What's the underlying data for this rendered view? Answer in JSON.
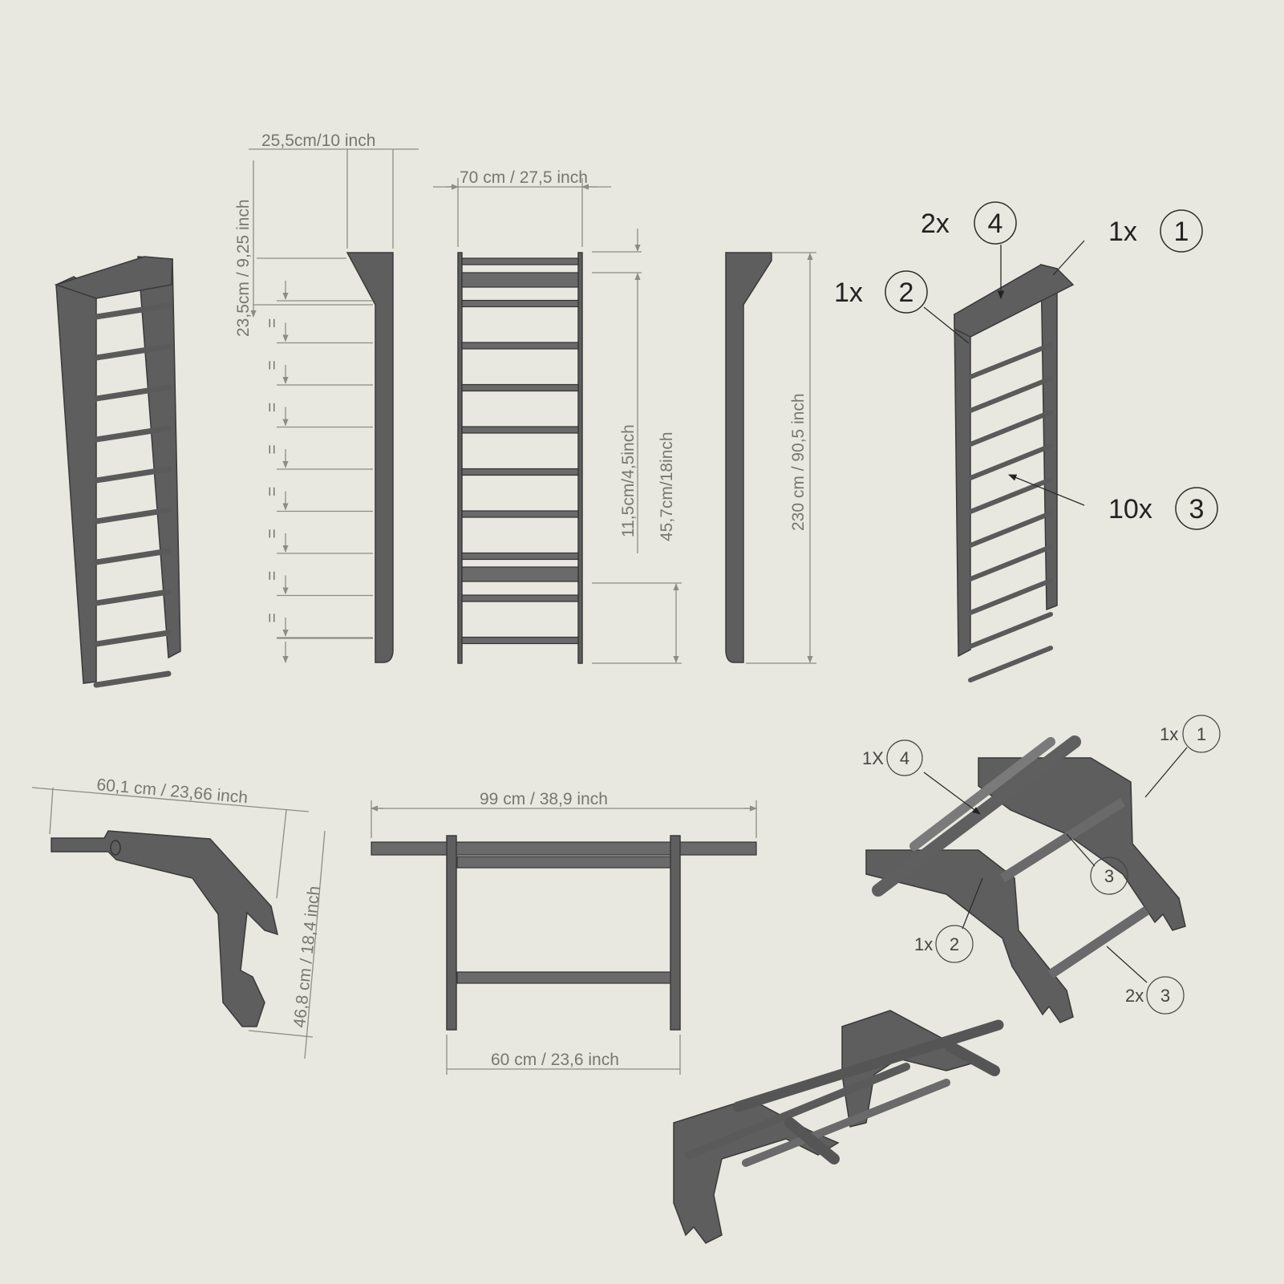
{
  "dimensions": {
    "side_depth": "25,5cm/10 inch",
    "side_top_height": "23,5cm / 9,25 inch",
    "front_width": "70 cm / 27,5 inch",
    "rung_spacing": "11,5cm/4,5inch",
    "bottom_height": "45,7cm/18inch",
    "total_height": "230 cm / 90,5 inch",
    "bracket_length": "60,1 cm / 23,66 inch",
    "bracket_height": "46,8 cm / 18,4 inch",
    "bar_length": "99 cm / 38,9 inch",
    "bar_inner_width": "60 cm / 23,6 inch",
    "equal_mark": "="
  },
  "callouts_ladder": [
    {
      "qty": "2x",
      "num": "4"
    },
    {
      "qty": "1x",
      "num": "1"
    },
    {
      "qty": "1x",
      "num": "2"
    },
    {
      "qty": "10x",
      "num": "3"
    }
  ],
  "callouts_bar": [
    {
      "qty": "1X",
      "num": "4"
    },
    {
      "qty": "1x",
      "num": "1"
    },
    {
      "qty": "",
      "num": "3"
    },
    {
      "qty": "1x",
      "num": "2"
    },
    {
      "qty": "2x",
      "num": "3"
    }
  ]
}
